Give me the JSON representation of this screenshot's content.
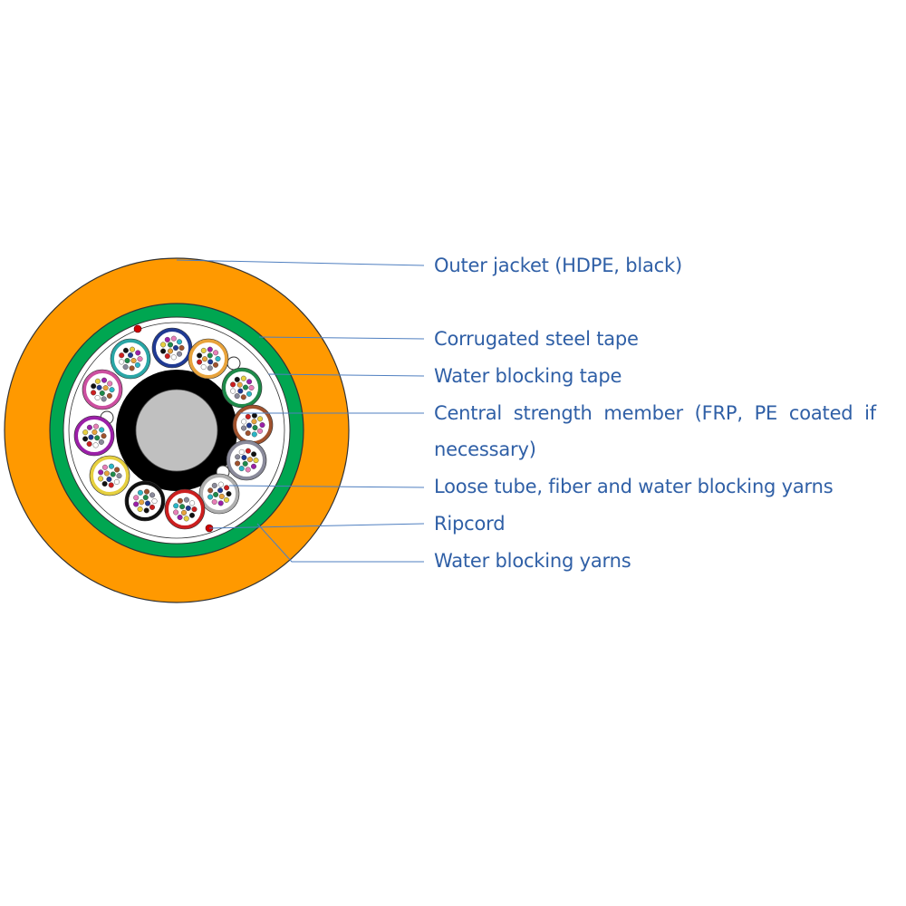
{
  "colors": {
    "jacket": "#ff9900",
    "steel_tape": "#00a651",
    "water_blocking_tape": "#ffffff",
    "strength_member_coat": "#000000",
    "strength_member_core": "#c0c0c0",
    "leader_line": "#4f7fc0",
    "label_text": "#2f5fa6",
    "ripcord": "#cc0000",
    "outline": "#333333"
  },
  "labels": [
    {
      "id": "outer-jacket",
      "text": "Outer jacket (HDPE, black)"
    },
    {
      "id": "corrugated-steel-tape",
      "text": "Corrugated steel tape"
    },
    {
      "id": "water-blocking-tape",
      "text": "Water blocking tape"
    },
    {
      "id": "central-strength-member",
      "text": "Central strength member (FRP, PE coated if necessary)"
    },
    {
      "id": "loose-tube",
      "text": "Loose tube, fiber and water blocking yarns"
    },
    {
      "id": "ripcord",
      "text": "Ripcord"
    },
    {
      "id": "water-blocking-yarns",
      "text": "Water blocking yarns"
    }
  ],
  "loose_tubes": [
    {
      "name": "blue",
      "color": "#1f3a93"
    },
    {
      "name": "orange",
      "color": "#e8a33c"
    },
    {
      "name": "green",
      "color": "#1e8a4a"
    },
    {
      "name": "brown",
      "color": "#a0522d"
    },
    {
      "name": "slate",
      "color": "#8a8a9a"
    },
    {
      "name": "white",
      "color": "#b0b0b0"
    },
    {
      "name": "red",
      "color": "#cc1f1f"
    },
    {
      "name": "black",
      "color": "#111111"
    },
    {
      "name": "yellow",
      "color": "#e6d040"
    },
    {
      "name": "violet",
      "color": "#9b1fa8"
    },
    {
      "name": "rose",
      "color": "#cc4fa0"
    },
    {
      "name": "aqua",
      "color": "#2aa6a6"
    }
  ],
  "fiber_colors": [
    "#1f3a93",
    "#e8a33c",
    "#1e8a4a",
    "#a0522d",
    "#8a8a9a",
    "#ffffff",
    "#cc1f1f",
    "#111111",
    "#e6d040",
    "#9b1fa8",
    "#e87fb8",
    "#2ab6c6"
  ]
}
